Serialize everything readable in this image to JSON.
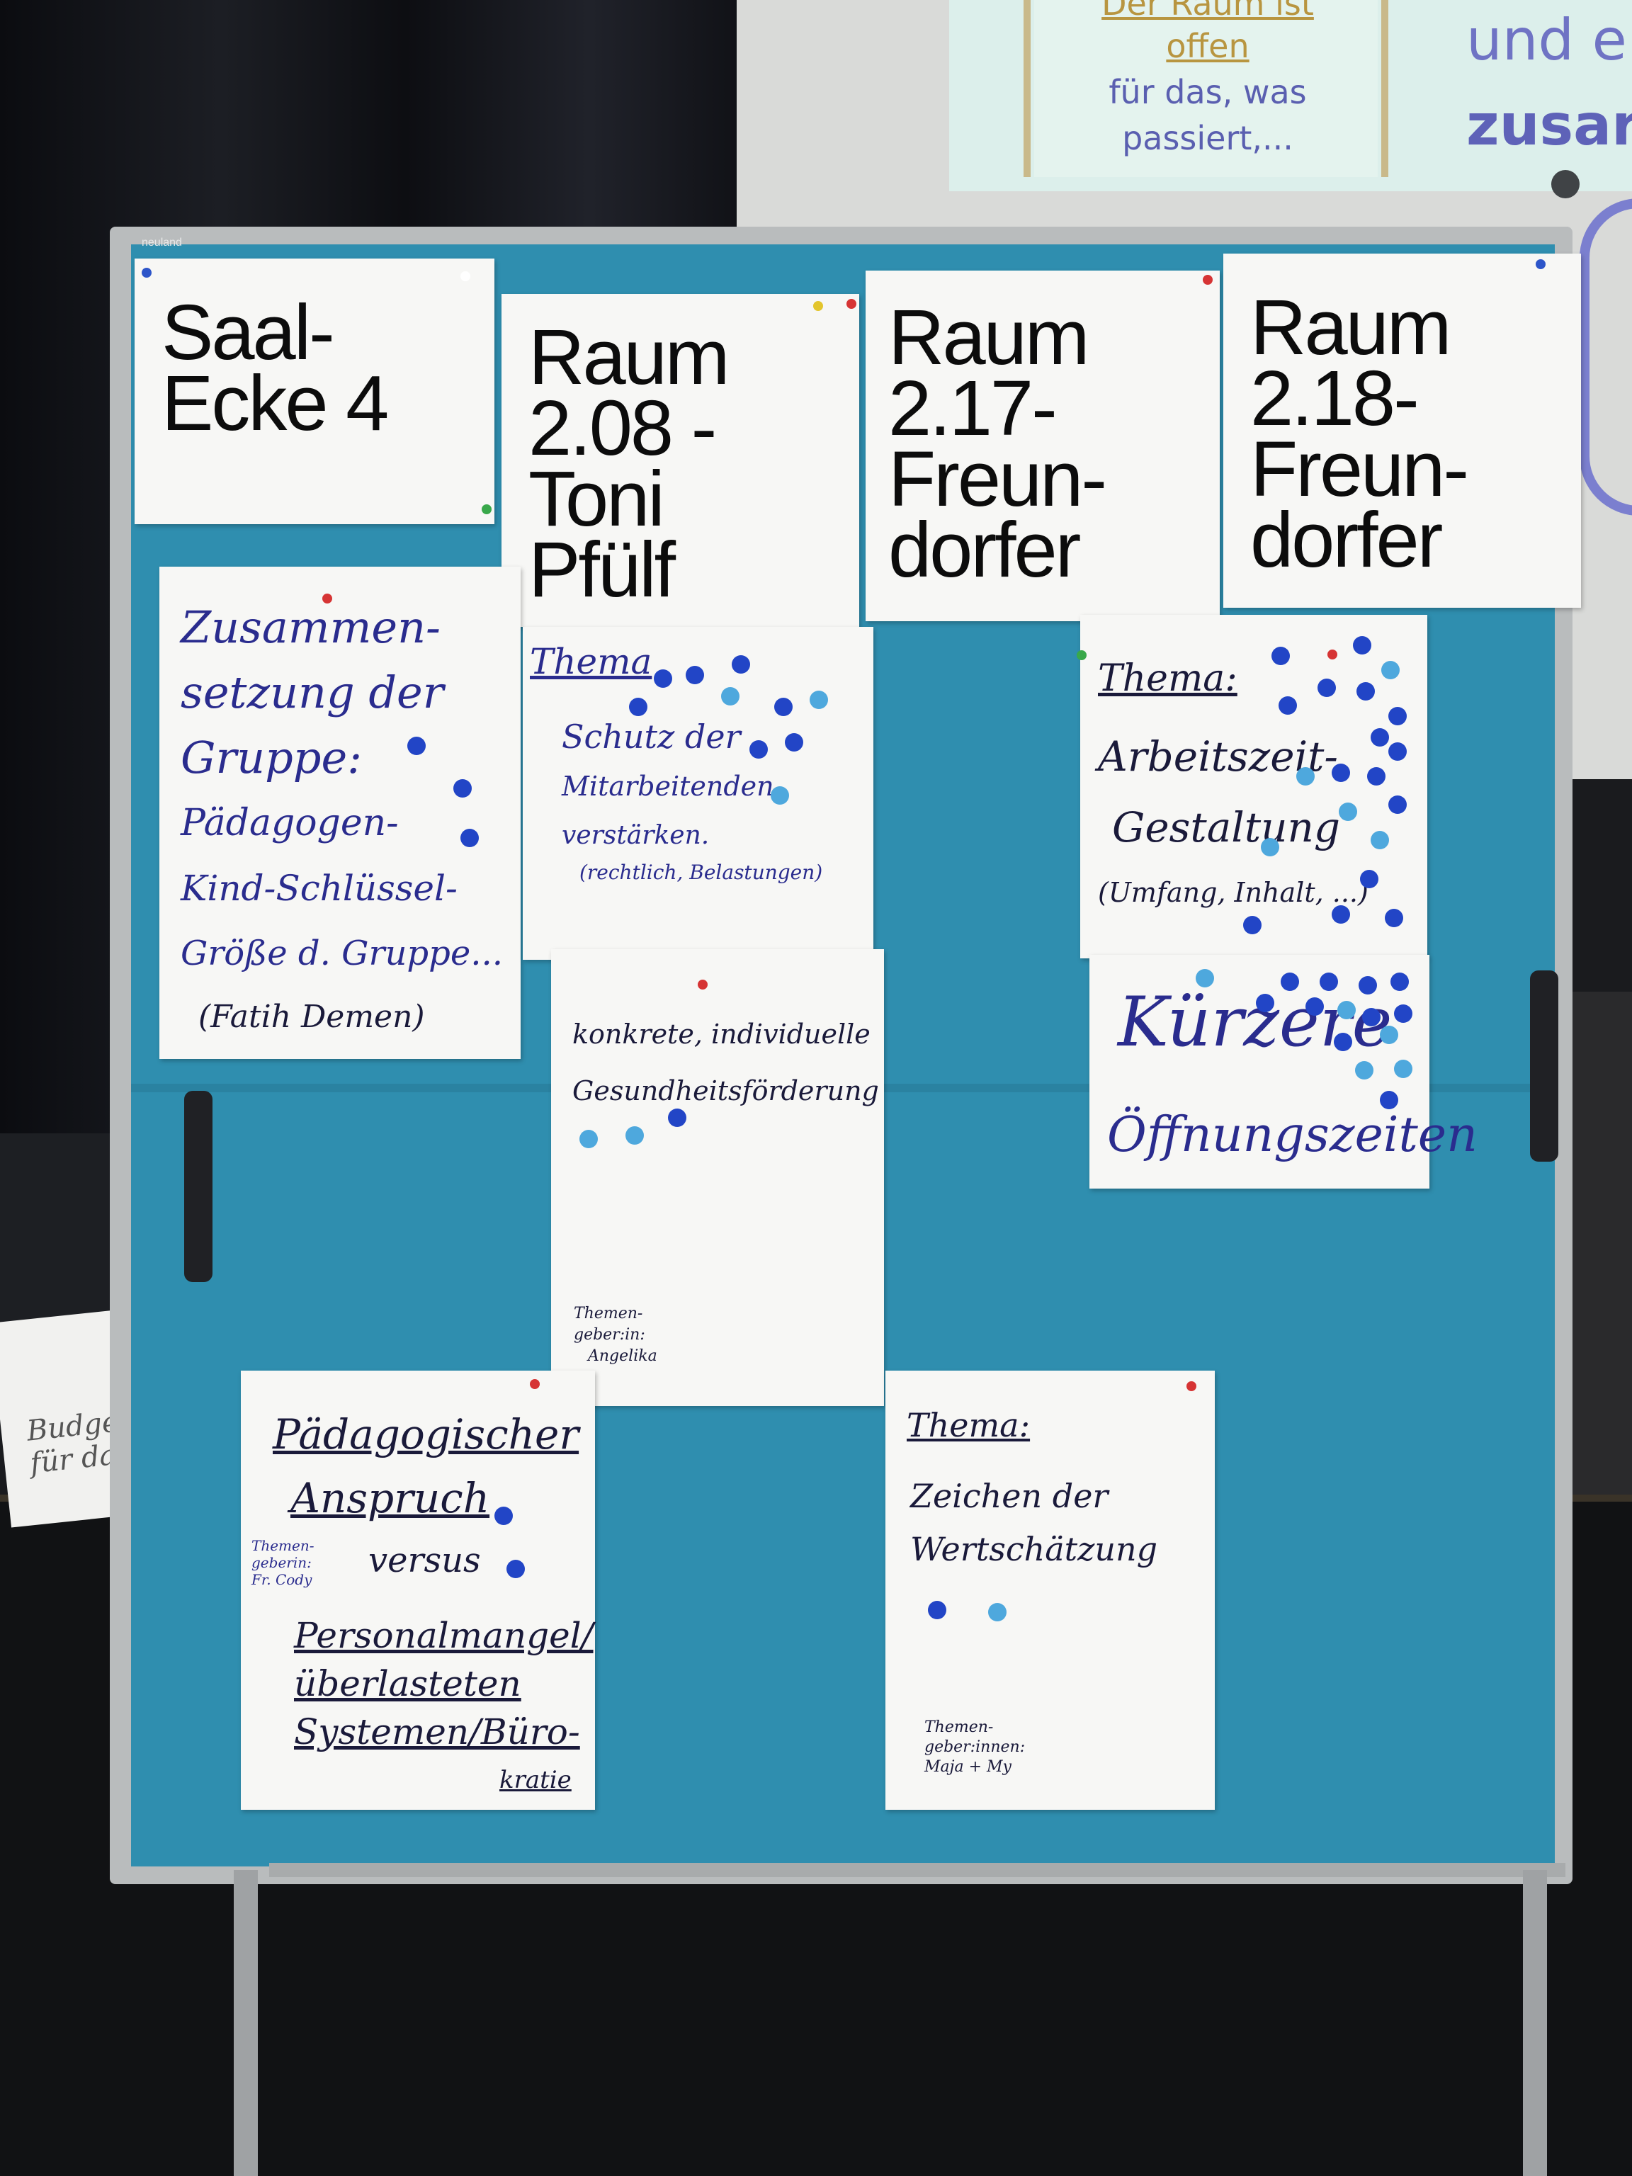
{
  "screen": {
    "line1": "Der Raum ist",
    "line2": "offen",
    "line3": "für das, was",
    "line4": "passiert,...",
    "right1": "und e",
    "right2": "zusar"
  },
  "board": {
    "brand": "neuland"
  },
  "headers": {
    "saal": [
      "Saal-",
      "Ecke 4"
    ],
    "r208": [
      "Raum",
      "2.08 -",
      "Toni",
      "Pfülf"
    ],
    "r217": [
      "Raum",
      "2.17-",
      "Freun-",
      "dorfer"
    ],
    "r218": [
      "Raum",
      "2.18-",
      "Freun-",
      "dorfer"
    ]
  },
  "cards": {
    "zusammensetzung": {
      "lines": [
        "Zusammen-",
        "setzung der",
        "Gruppe:",
        "Pädagogen-",
        "Kind-Schlüssel-",
        "Größe d. Gruppe..."
      ],
      "author": "(Fatih Demen)"
    },
    "schutz": {
      "thema": "Thema",
      "lines": [
        "Schutz der",
        "Mitarbeitenden",
        "verstärken."
      ],
      "note": "(rechtlich, Belastungen)"
    },
    "gesundheit": {
      "lines": [
        "konkrete, individuelle",
        "Gesundheitsförderung"
      ],
      "giver_label": [
        "Themen-",
        "geber:in:"
      ],
      "giver": "Angelika"
    },
    "arbeitszeit": {
      "thema": "Thema:",
      "lines": [
        "Arbeitszeit-",
        "Gestaltung"
      ],
      "note": "(Umfang, Inhalt, ...)"
    },
    "oeffnung": {
      "lines": [
        "Kürzere",
        "Öffnungszeiten"
      ]
    },
    "anspruch": {
      "lines": [
        "Pädagogischer",
        "Anspruch"
      ],
      "versus": "versus",
      "giver": [
        "Themen-",
        "geberin:",
        "Fr. Cody"
      ],
      "lines2": [
        "Personalmangel/",
        "überlasteten",
        "Systemen/Büro-",
        "kratie"
      ]
    },
    "wertschaetzung": {
      "thema": "Thema:",
      "lines": [
        "Zeichen der",
        "Wertschätzung"
      ],
      "giver": [
        "Themen-",
        "geber:innen:",
        "Maja + My"
      ]
    }
  },
  "papers": {
    "text": [
      "Budget",
      "für das"
    ]
  },
  "colors": {
    "board": "#2f8eaf",
    "paper": "#f7f7f5",
    "dot_dark": "#2245c6",
    "dot_light": "#4ea8dd",
    "marker": "#2a2c8e"
  }
}
